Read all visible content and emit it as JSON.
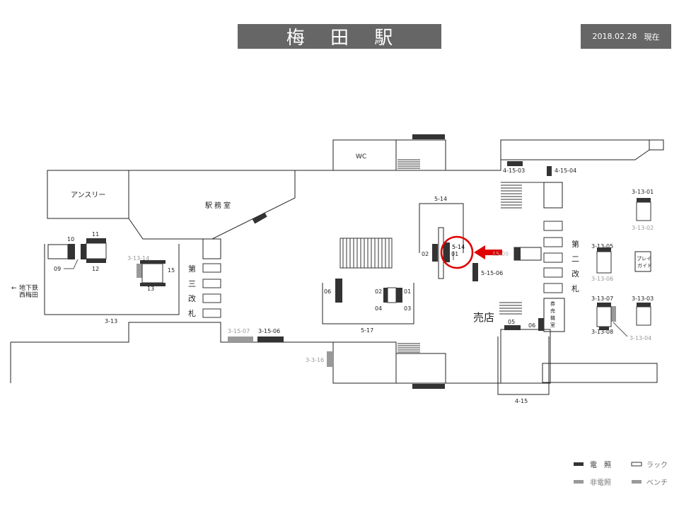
{
  "header": {
    "station_name": "梅 田 駅",
    "date": "2018.02.28",
    "date_suffix": "現在"
  },
  "rooms": {
    "wc": "WC",
    "ansuri": "アンスリー",
    "ekimushitsu": "駅務室",
    "baiten": "売店",
    "kenbaiki": [
      "券",
      "売",
      "機",
      "室"
    ],
    "play_guide": [
      "プレイ",
      "ガイド"
    ]
  },
  "gates": {
    "third": [
      "第",
      "三",
      "改",
      "札"
    ],
    "second": [
      "第",
      "二",
      "改",
      "札"
    ]
  },
  "exit": {
    "arrow": "←",
    "line1": "地下鉄",
    "line2": "西梅田"
  },
  "area_labels": {
    "a_5_14": "5-14",
    "a_5_17": "5-17",
    "a_3_13": "3-13",
    "a_4_15": "4-15"
  },
  "spot_labels": {
    "s10": "10",
    "s11": "11",
    "s09": "09",
    "s12": "12",
    "s3_13_14": "3-13-14",
    "s15": "15",
    "s13": "13",
    "s3_15_07": "3-15-07",
    "s3_15_06": "3-15-06",
    "s3_3_16": "3-3-16",
    "s06_517": "06",
    "s02_517": "02",
    "s01_517": "01",
    "s04_517": "04",
    "s03_517": "03",
    "s02_514": "02",
    "s01_514": "01",
    "s5_14_hl": "5-14",
    "s15_09": "15-09",
    "s5_15_06": "5-15-06",
    "s4_15_03": "4-15-03",
    "s4_15_04": "4-15-04",
    "s05_415": "05",
    "s06_415": "06",
    "s3_13_01": "3-13-01",
    "s3_13_02": "3-13-02",
    "s3_13_05": "3-13-05",
    "s3_13_06": "3-13-06",
    "s3_13_07": "3-13-07",
    "s3_13_08": "3-13-08",
    "s3_13_03": "3-13-03",
    "s3_13_04": "3-13-04"
  },
  "legend": {
    "lit": "電　照",
    "unlit": "非電照",
    "rack": "ラック",
    "bench": "ベンチ"
  },
  "colors": {
    "lit": "#333333",
    "unlit": "#999999",
    "highlight": "#e00000",
    "header_bg": "#666666"
  }
}
